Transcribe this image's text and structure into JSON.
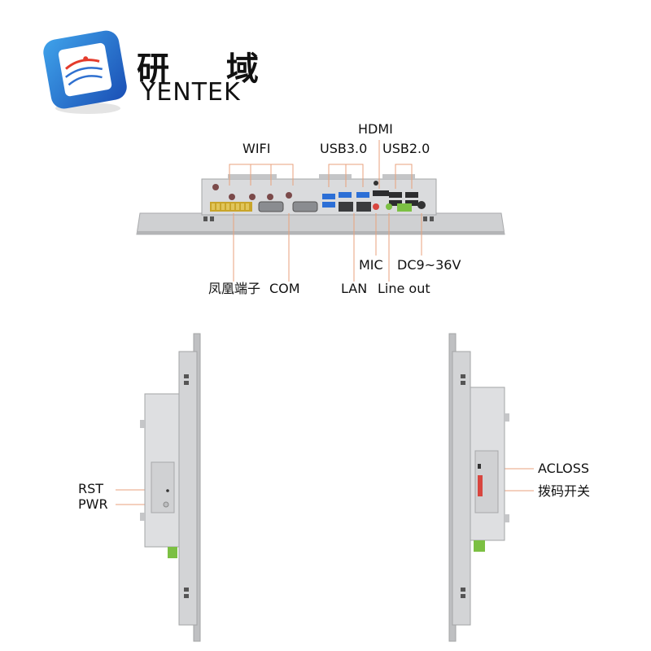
{
  "brand": {
    "name_cn": "研 域",
    "name_en": "YENTEK"
  },
  "bottom_view_labels": {
    "wifi": "WIFI",
    "usb30": "USB3.0",
    "hdmi": "HDMI",
    "usb20": "USB2.0",
    "phoenix": "凤凰端子",
    "com": "COM",
    "mic": "MIC",
    "dc": "DC9~36V",
    "lan": "LAN",
    "lineout": "Line out"
  },
  "left_side_labels": {
    "rst": "RST",
    "pwr": "PWR"
  },
  "right_side_labels": {
    "acloss": "ACLOSS",
    "dip": "拨码开关"
  },
  "colors": {
    "leader_line": "#e8a27c",
    "panel": "#c8c9cb",
    "usb3": "#2c6fd6",
    "terminal_green": "#7cc043",
    "terminal_yellow": "#d9a826"
  }
}
